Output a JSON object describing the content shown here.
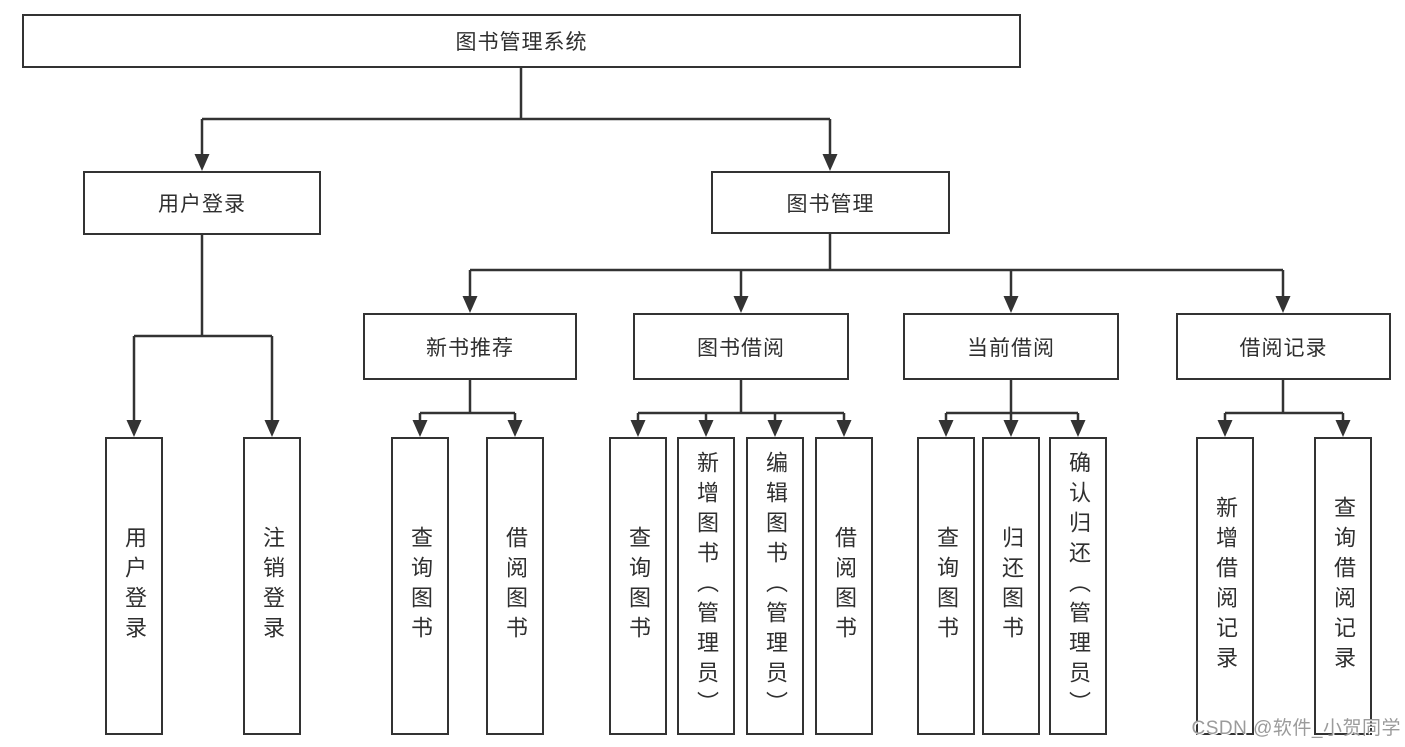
{
  "diagram": {
    "root": {
      "label": "图书管理系统"
    },
    "branches": [
      {
        "label": "用户登录",
        "children": [
          {
            "label": "用户登录"
          },
          {
            "label": "注销登录"
          }
        ]
      },
      {
        "label": "图书管理",
        "children": [
          {
            "label": "新书推荐",
            "children": [
              {
                "label": "查询图书"
              },
              {
                "label": "借阅图书"
              }
            ]
          },
          {
            "label": "图书借阅",
            "children": [
              {
                "label": "查询图书"
              },
              {
                "label": "新增图书（管理员）"
              },
              {
                "label": "编辑图书（管理员）"
              },
              {
                "label": "借阅图书"
              }
            ]
          },
          {
            "label": "当前借阅",
            "children": [
              {
                "label": "查询图书"
              },
              {
                "label": "归还图书"
              },
              {
                "label": "确认归还（管理员）"
              }
            ]
          },
          {
            "label": "借阅记录",
            "children": [
              {
                "label": "新增借阅记录"
              },
              {
                "label": "查询借阅记录"
              }
            ]
          }
        ]
      }
    ]
  },
  "watermark": {
    "text": "CSDN @软件_小贺同学"
  },
  "colors": {
    "line": "#333333",
    "text": "#2f2f2f",
    "watermark": "#9b9b9b",
    "background": "#ffffff"
  }
}
